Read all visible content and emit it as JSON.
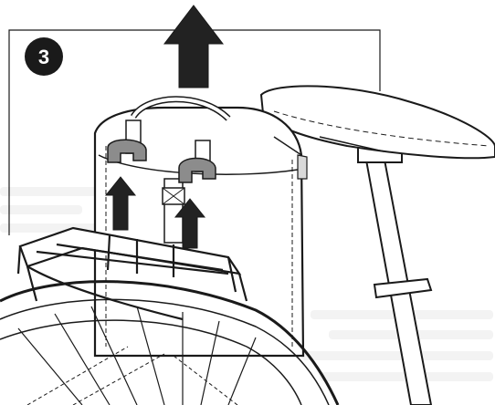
{
  "step": {
    "number": "3"
  },
  "colors": {
    "ink": "#1a1a1a",
    "fill_dark": "#222222",
    "fill_grey": "#8c8c8c",
    "fill_light": "#d9d9d9",
    "watermark": "#f2f2f2",
    "background": "#ffffff"
  },
  "arrows": {
    "main": {
      "direction": "up"
    },
    "hook_arrows": {
      "count": 2,
      "direction": "up"
    }
  },
  "icons": [
    "step-badge",
    "up-arrow",
    "pannier-bag",
    "hook",
    "rear-rack",
    "wheel",
    "saddle",
    "seat-post"
  ]
}
